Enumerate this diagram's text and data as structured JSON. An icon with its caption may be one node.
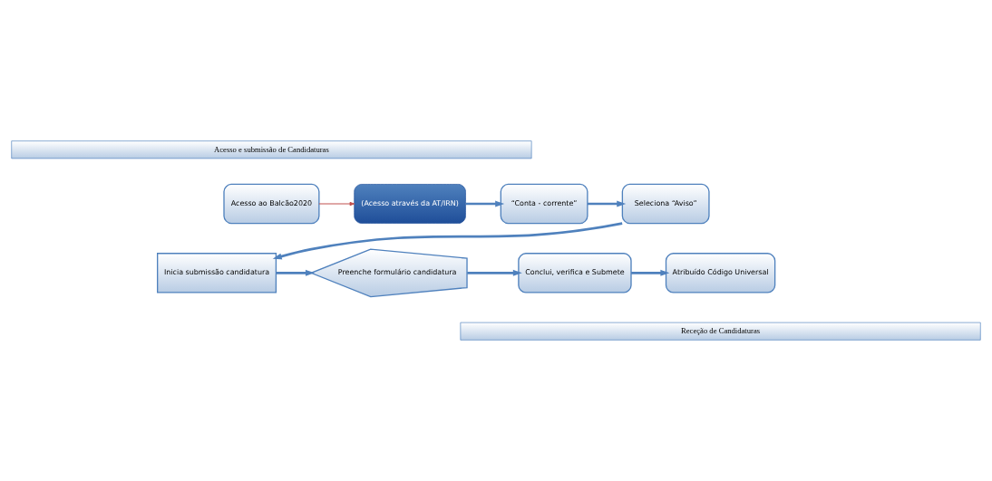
{
  "diagram": {
    "nodes": [
      {
        "text": [
          "Acesso e submissão de Candidaturas"
        ]
      },
      {
        "text": [
          "Acesso ao Balcão2020"
        ]
      },
      {
        "text": [
          "(Acesso através da AT/IRN)"
        ]
      },
      {
        "text": [
          "“Conta - corrente”"
        ]
      },
      {
        "text": [
          "Seleciona “Aviso”"
        ]
      },
      {
        "text": [
          "Inicia submissão candidatura"
        ]
      },
      {
        "text": [
          "Preenche formulário candidatura"
        ]
      },
      {
        "text": [
          "Conclui, verifica e Submete"
        ]
      },
      {
        "text": [
          "Atribuído Código Universal"
        ]
      },
      {
        "text": [
          "Receção de Candidaturas"
        ]
      }
    ],
    "edges": [
      {
        "from": 1,
        "to": 2,
        "arrow": "to",
        "color": "#c0504d"
      },
      {
        "from": 2,
        "to": 3,
        "arrow": "to"
      },
      {
        "from": 3,
        "to": 4,
        "arrow": "to"
      },
      {
        "from": 4,
        "to": 5,
        "arrow": "to"
      },
      {
        "from": 5,
        "to": 6,
        "arrow": "to"
      },
      {
        "from": 6,
        "to": 7,
        "arrow": "to"
      },
      {
        "from": 7,
        "to": 8,
        "arrow": "to"
      }
    ]
  }
}
